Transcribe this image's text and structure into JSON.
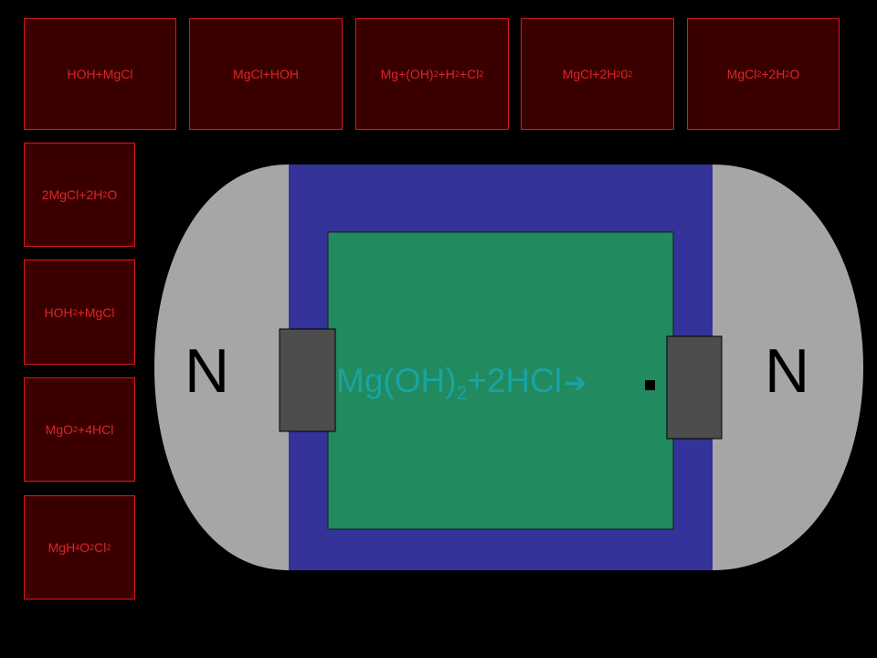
{
  "top_row": [
    {
      "id": "hoh-mgcl",
      "html": "HOH+MgCl"
    },
    {
      "id": "mgcl-hoh",
      "html": "MgCl+HOH"
    },
    {
      "id": "mg-oh2-h2-cl2",
      "html": "Mg+(OH)<sub>2</sub>+H<sub>2</sub>+Cl<sub>2</sub>"
    },
    {
      "id": "mgcl-2h2o2",
      "html": "MgCl+2H<sub>2</sub>0<sub>2</sub>"
    },
    {
      "id": "mgcl2-2h2o",
      "html": "MgCl<sub>2</sub>+2H<sub>2</sub>O"
    }
  ],
  "left_column": [
    {
      "id": "2mgcl-2h2o",
      "html": "2MgCl+2H<sub>2</sub>O"
    },
    {
      "id": "hoh2-mgcl",
      "html": "HOH<sub>2</sub>+MgCl"
    },
    {
      "id": "mgo2-4hcl",
      "html": "MgO<sub>2</sub>+4HCl"
    },
    {
      "id": "mgh4o2cl2",
      "html": "MgH<sub>4</sub>O<sub>2</sub>Cl<sub>2</sub>"
    }
  ],
  "board": {
    "left_pole": "N",
    "right_pole": "N",
    "reaction_html": "Mg(OH)<sub>2</sub>+2HCl",
    "arrow": "➔",
    "colors": {
      "magnet": "#a6a6a6",
      "frame": "#333399",
      "field": "#218a5e",
      "clamp": "#4d4d4d",
      "card_bg": "#3a0000",
      "card_border": "#e01818",
      "card_text": "#e02424",
      "reaction_text": "#1aa3a3"
    }
  }
}
